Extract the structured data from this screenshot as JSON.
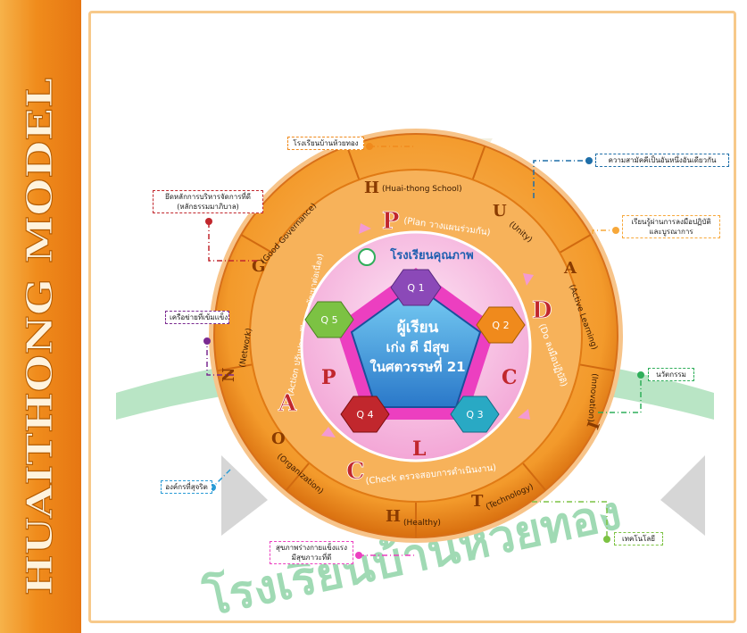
{
  "side_title": "HUAITHONG MODEL",
  "watermark": "โรงเรียนบ้านห้วยทอง",
  "center": {
    "line1": "ผู้เรียน",
    "line2": "เก่ง ดี มีสุข",
    "line3": "ในศตวรรษที่ 21"
  },
  "quality_title": "โรงเรียนคุณภาพ",
  "quality": [
    "Q 1",
    "Q 2",
    "Q 3",
    "Q 4",
    "Q 5"
  ],
  "pdca_letters": {
    "p_left": "P",
    "c_right": "C",
    "l_bottom": "L"
  },
  "cycle": {
    "plan": {
      "letter": "P",
      "text": "(Plan  วางแผนร่วมกัน)"
    },
    "do": {
      "letter": "D",
      "text": "(Do  ลงมือปฏิบัติ)"
    },
    "check": {
      "letter": "C",
      "text": "(Check  ตรวจสอบการดำเนินงาน)"
    },
    "action": {
      "letter": "A",
      "text": "(Action  ปรับปรุงแก้ไขและพัฒนาต่อเนื่อง)"
    }
  },
  "ring_items": [
    {
      "letter": "H",
      "text": "(Huai-thong School)"
    },
    {
      "letter": "U",
      "text": "(Unity)"
    },
    {
      "letter": "A",
      "text": "(Active Learning)"
    },
    {
      "letter": "I",
      "text": "(Innovation)"
    },
    {
      "letter": "T",
      "text": "(Technology)"
    },
    {
      "letter": "H",
      "text": "(Healthy)"
    },
    {
      "letter": "O",
      "text": "(Organization)"
    },
    {
      "letter": "N",
      "text": "(Network)"
    },
    {
      "letter": "G",
      "text": "(Good Governance)"
    }
  ],
  "callouts": {
    "school": "โรงเรียนบ้านห้วยทอง",
    "unity": "ความสามัคคีเป็นอันหนึ่งอันเดียวกัน",
    "active": "เรียนรู้ผ่านการลงมือปฏิบัติ\nและบูรณาการ",
    "innovation": "นวัตกรรม",
    "technology": "เทคโนโลยี",
    "healthy": "สุขภาพร่างกายแข็งแรง\nมีสุขภาวะที่ดี",
    "organization": "องค์กรที่สุจริต",
    "network": "เครือข่ายที่เข้มแข็ง",
    "governance": "ยึดหลักการบริหารจัดการที่ดี\n(หลักธรรมมาภิบาล)"
  },
  "colors": {
    "ring_orange": "#f39a2b",
    "ring_dark": "#e07a14",
    "pink": "#f7b6dc",
    "magenta": "#ec3fc0",
    "blue_pentagon": "#3a8fdc",
    "q1": "#8b49b8",
    "q2": "#f08a1c",
    "q3": "#29a9c4",
    "q4": "#c1272d",
    "q5": "#7cc243",
    "watermark_green": "#2fae5a"
  }
}
